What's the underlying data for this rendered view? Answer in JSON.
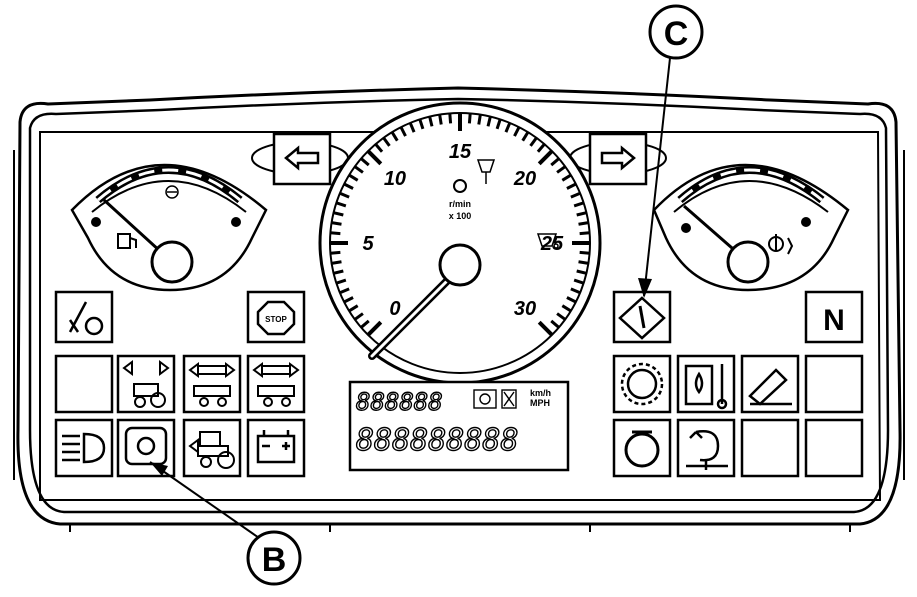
{
  "tachometer": {
    "scale_labels": [
      "0",
      "5",
      "10",
      "15",
      "20",
      "25",
      "30"
    ],
    "unit_top": "r/min",
    "unit_bottom": "x 100"
  },
  "callouts": {
    "b": "B",
    "c": "C"
  },
  "indicators": {
    "neutral": "N",
    "stop": "STOP"
  },
  "lcd": {
    "top_digits": "888888",
    "bottom_digits": "888888888",
    "speed_unit_1": "km/h",
    "speed_unit_2": "MPH"
  },
  "icons": {
    "left_turn": "left-turn-arrow-icon",
    "right_turn": "right-turn-arrow-icon",
    "fuel_gauge": "fuel-pump-icon",
    "coolant_gauge": "coolant-temperature-icon",
    "hitch": "hitch-icon",
    "stop": "stop-sign-icon",
    "warning": "master-warning-icon",
    "neutral": "neutral-icon",
    "high_beam": "high-beam-icon",
    "transmission": "transmission-icon",
    "tractor_turn_1": "tractor-one-trailer-icon",
    "tractor_turn_2": "tractor-two-trailer-icon",
    "tractor_pto": "tractor-front-pto-icon",
    "tractor_rear": "tractor-rear-icon",
    "battery": "battery-icon",
    "air_filter": "air-filter-icon",
    "hydraulic_oil": "hydraulic-oil-temperature-icon",
    "park_brake": "park-brake-icon",
    "engine_oil": "engine-oil-icon",
    "pto": "pto-icon"
  }
}
